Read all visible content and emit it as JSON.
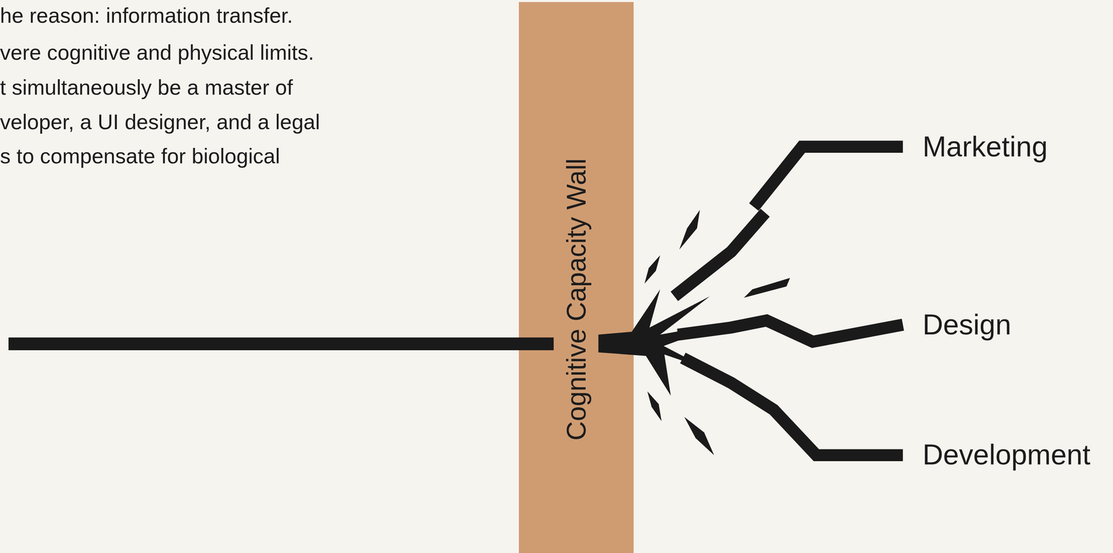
{
  "diagram": {
    "nodes": [
      {
        "text": [
          "Cognitive Capacity Wall"
        ]
      }
    ],
    "labels": [
      "he reason: information transfer.",
      "vere cognitive and physical limits.",
      "t simultaneously be a master of",
      "veloper, a UI designer, and a legal",
      "s to compensate for biological",
      "Marketing",
      "Design",
      "Development"
    ]
  }
}
